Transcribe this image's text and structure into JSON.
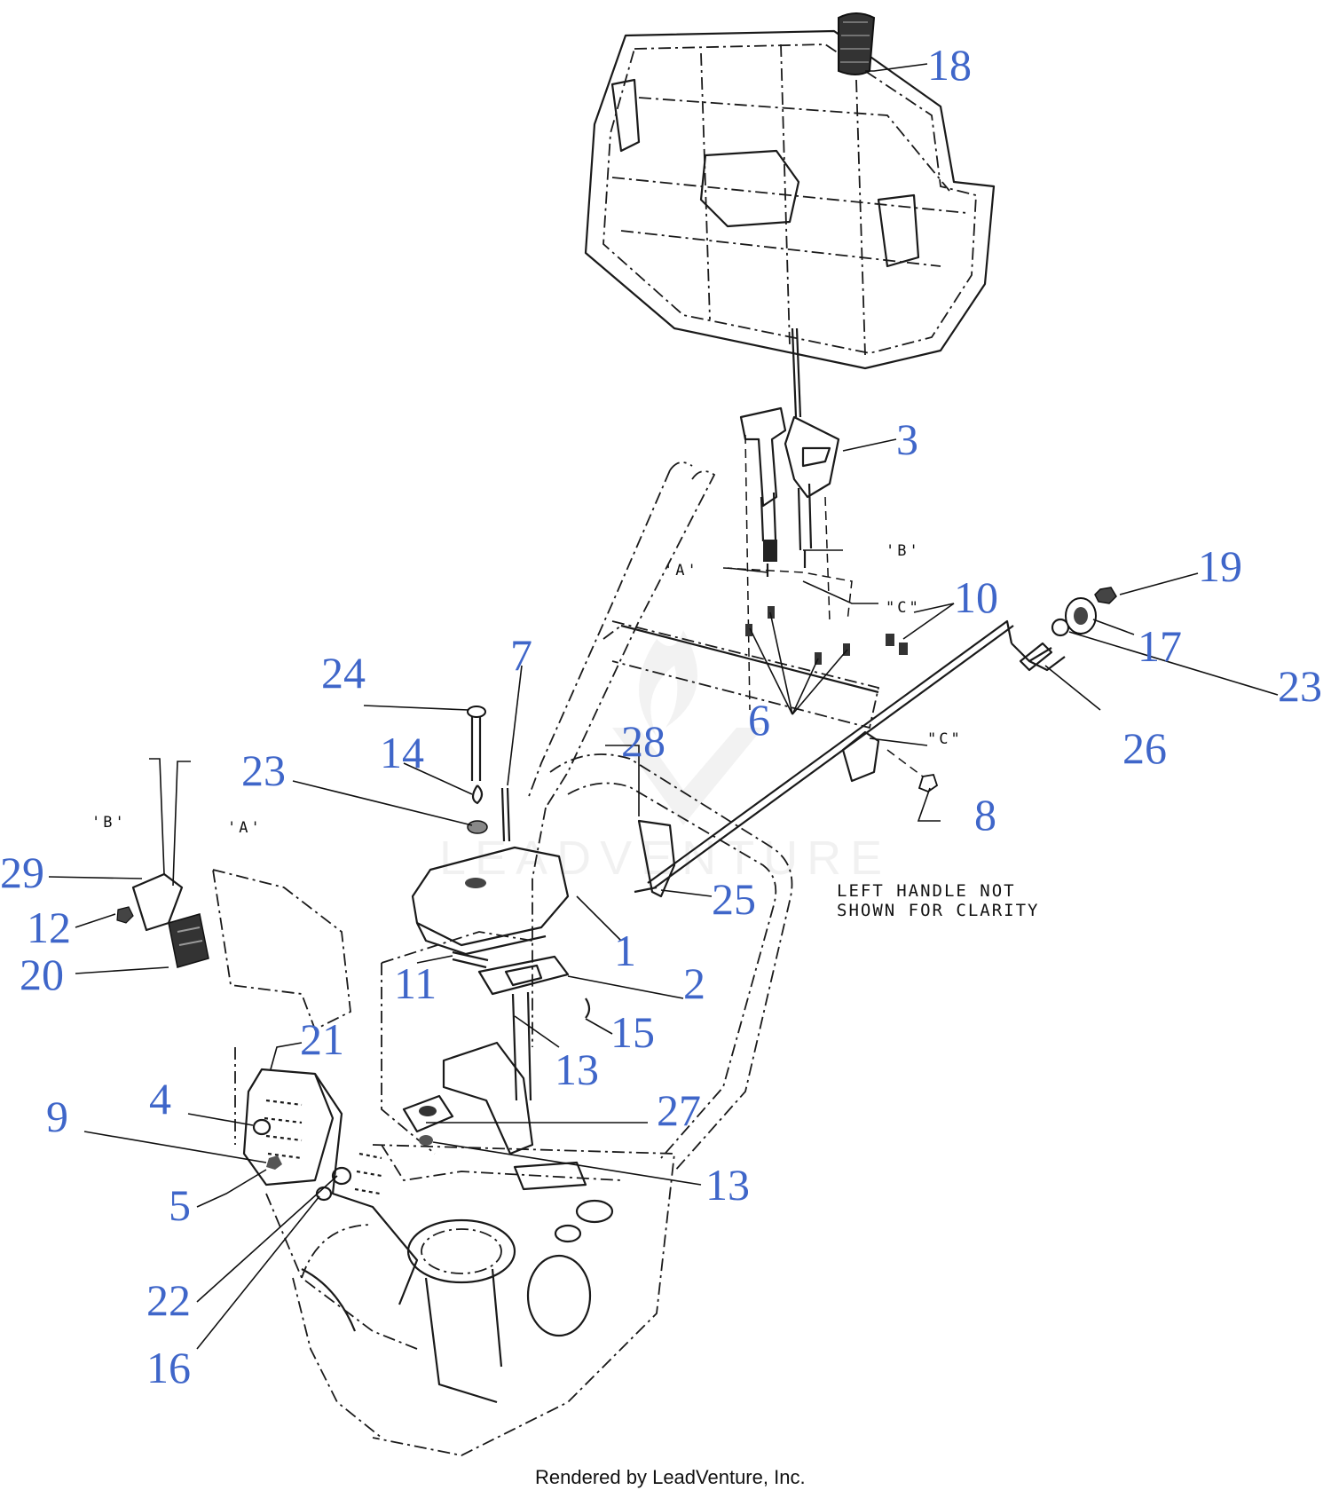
{
  "callouts": [
    {
      "id": "1",
      "text": "1"
    },
    {
      "id": "2",
      "text": "2"
    },
    {
      "id": "3",
      "text": "3"
    },
    {
      "id": "4",
      "text": "4"
    },
    {
      "id": "5",
      "text": "5"
    },
    {
      "id": "6",
      "text": "6"
    },
    {
      "id": "7",
      "text": "7"
    },
    {
      "id": "8",
      "text": "8"
    },
    {
      "id": "9",
      "text": "9"
    },
    {
      "id": "10",
      "text": "10"
    },
    {
      "id": "11",
      "text": "11"
    },
    {
      "id": "12",
      "text": "12"
    },
    {
      "id": "13a",
      "text": "13"
    },
    {
      "id": "13b",
      "text": "13"
    },
    {
      "id": "14",
      "text": "14"
    },
    {
      "id": "15",
      "text": "15"
    },
    {
      "id": "16",
      "text": "16"
    },
    {
      "id": "17",
      "text": "17"
    },
    {
      "id": "18",
      "text": "18"
    },
    {
      "id": "19",
      "text": "19"
    },
    {
      "id": "20",
      "text": "20"
    },
    {
      "id": "21",
      "text": "21"
    },
    {
      "id": "22",
      "text": "22"
    },
    {
      "id": "23a",
      "text": "23"
    },
    {
      "id": "23b",
      "text": "23"
    },
    {
      "id": "24",
      "text": "24"
    },
    {
      "id": "25",
      "text": "25"
    },
    {
      "id": "26",
      "text": "26"
    },
    {
      "id": "27",
      "text": "27"
    },
    {
      "id": "28",
      "text": "28"
    },
    {
      "id": "29",
      "text": "29"
    }
  ],
  "refs": {
    "a_top": "'A'",
    "b_top": "'B'",
    "c_top": "\"C\"",
    "c_mid": "\"C\"",
    "b_left": "'B'",
    "a_left": "'A'"
  },
  "note": {
    "line1": "LEFT HANDLE NOT",
    "line2": "SHOWN FOR CLARITY"
  },
  "watermark": "LEADVENTURE",
  "footer": "Rendered by LeadVenture, Inc."
}
